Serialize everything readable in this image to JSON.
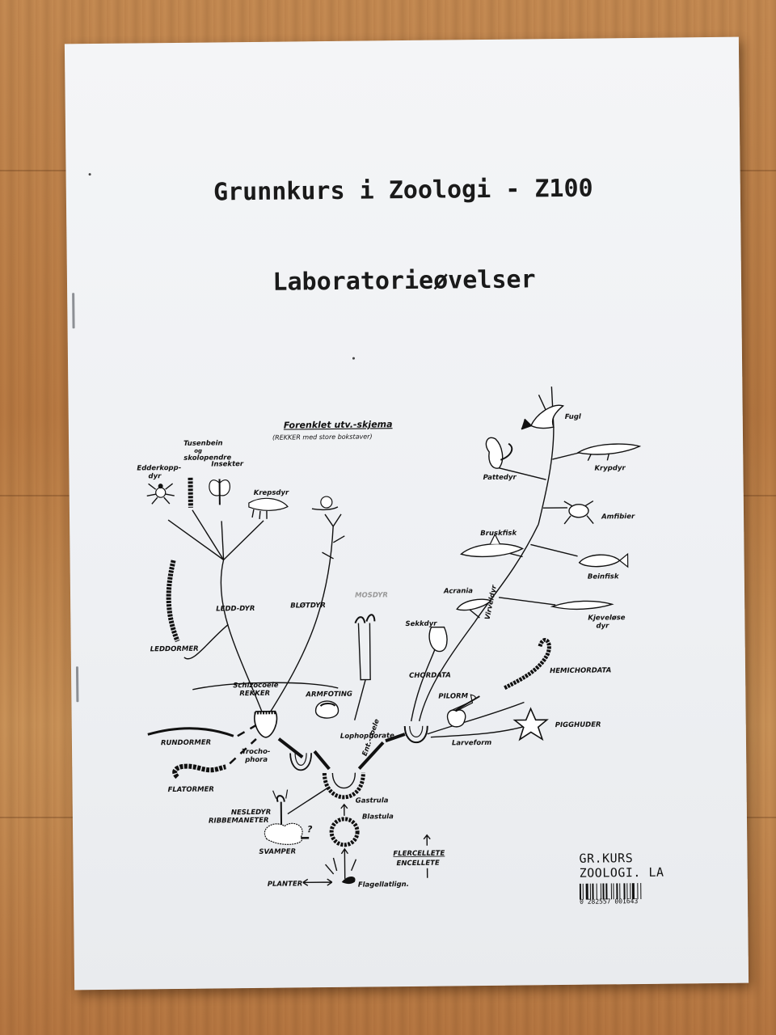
{
  "document": {
    "title": "Grunnkurs i Zoologi - Z100",
    "subtitle": "Laboratorieøvelser"
  },
  "diagram": {
    "heading": "Forenklet utv.-skjema",
    "heading_note": "(REKKER med store bokstaver)",
    "labels": {
      "tusenbein": "Tusenbein",
      "og": "og",
      "skolopendre": "skolopendre",
      "edderkoppdyr_1": "Edderkopp-",
      "edderkoppdyr_2": "dyr",
      "insekter": "Insekter",
      "krepsdyr": "Krepsdyr",
      "leddormer": "LEDDORMER",
      "leddyr": "LEDD-DYR",
      "blotdyr": "BLØTDYR",
      "mosdyr": "MOSDYR",
      "schizocoele_1": "Schizocoele",
      "schizocoele_2": "REKKER",
      "armfoting": "ARMFOTING",
      "lophophorate": "Lophophorate",
      "rundormer": "RUNDORMER",
      "trochophora_1": "Trocho-",
      "trochophora_2": "phora",
      "flatormer": "FLATORMER",
      "neslesdyr": "NESLEDYR",
      "ribbemaneter": "RIBBEMANETER",
      "svamper": "SVAMPER",
      "gastrula": "Gastrula",
      "blastula": "Blastula",
      "ent_coele": "Ent.-coele",
      "planter": "PLANTER",
      "flagellatlign": "Flagellatlign.",
      "flercellete": "FLERCELLETE",
      "encellete": "ENCELLETE",
      "fugl": "Fugl",
      "pattedyr": "Pattedyr",
      "krypdyr": "Krypdyr",
      "amfibier": "Amfibier",
      "bruskfisk": "Bruskfisk",
      "beinfisk": "Beinfisk",
      "acrania": "Acrania",
      "kjevelose_1": "Kjeveløse",
      "kjevelose_2": "dyr",
      "sekkdyr": "Sekkdyr",
      "virveldyr": "Virveldyr",
      "chordata": "CHORDATA",
      "hemichordata": "HEMICHORDATA",
      "pilorm": "PILORM",
      "pigghuder": "PIGGHUDER",
      "larveform": "Larveform",
      "question": "?"
    }
  },
  "catalog": {
    "label": "GR.KURS ZOOLOGI. LA",
    "barcode_number": "0 282557 001643"
  }
}
